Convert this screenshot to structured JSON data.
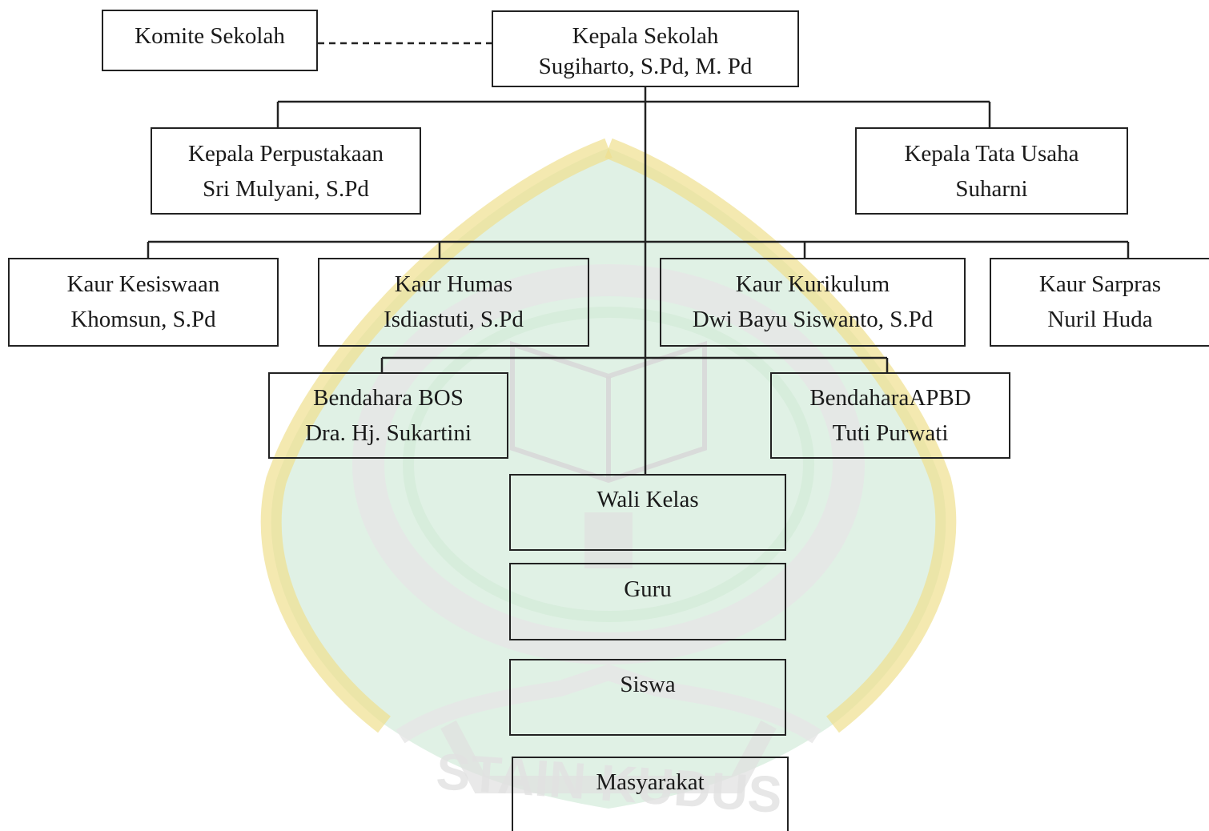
{
  "colors": {
    "border": "#222222",
    "text": "#1a1a1a",
    "watermark_green": "#bfe3c8",
    "watermark_green_light": "#d9eedd",
    "watermark_yellow": "#f3e7a8",
    "watermark_gray": "#cfcfcf"
  },
  "watermark": {
    "text": "STAIN KUDUS",
    "icon": "stain-kudus-emblem"
  },
  "nodes": {
    "komite": {
      "title": "Komite Sekolah"
    },
    "kepala_sekolah": {
      "title": "Kepala Sekolah",
      "name": "Sugiharto, S.Pd, M. Pd"
    },
    "kepala_perpustakaan": {
      "title": "Kepala Perpustakaan",
      "name": "Sri Mulyani, S.Pd"
    },
    "kepala_tata_usaha": {
      "title": "Kepala Tata Usaha",
      "name": "Suharni"
    },
    "kaur_kesiswaan": {
      "title": "Kaur Kesiswaan",
      "name": "Khomsun, S.Pd"
    },
    "kaur_humas": {
      "title": "Kaur Humas",
      "name": "Isdiastuti, S.Pd"
    },
    "kaur_kurikulum": {
      "title": "Kaur Kurikulum",
      "name": "Dwi Bayu Siswanto, S.Pd"
    },
    "kaur_sarpras": {
      "title": "Kaur Sarpras",
      "name": "Nuril Huda"
    },
    "bendahara_bos": {
      "title": "Bendahara BOS",
      "name": "Dra. Hj. Sukartini"
    },
    "bendahara_apbd": {
      "title": "BendaharaAPBD",
      "name": "Tuti Purwati"
    },
    "wali_kelas": {
      "title": "Wali Kelas"
    },
    "guru": {
      "title": "Guru"
    },
    "siswa": {
      "title": "Siswa"
    },
    "masyarakat": {
      "title": "Masyarakat"
    }
  }
}
